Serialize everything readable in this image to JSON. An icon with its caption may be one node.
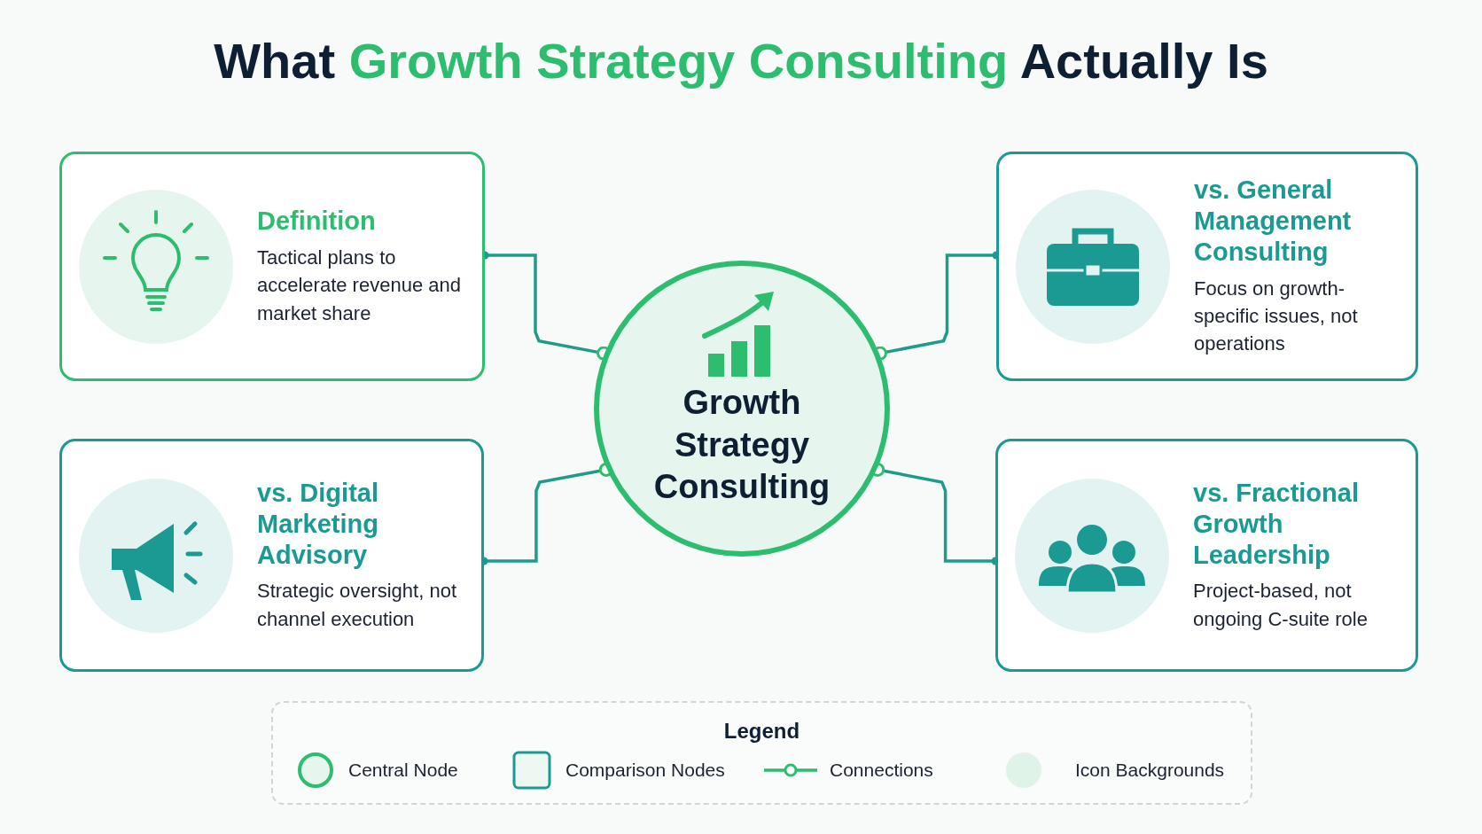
{
  "diagram": {
    "title": "What *Growth Strategy Consulting* Actually Is",
    "nodes": [
      {
        "text": [
          "Growth Strategy Consulting"
        ]
      },
      {
        "text": [
          "Definition",
          "Tactical plans to accelerate revenue and market share"
        ]
      },
      {
        "text": [
          "vs. General Management Consulting",
          "Focus on growth-specific issues, not operations"
        ]
      },
      {
        "text": [
          "vs. Digital Marketing Advisory",
          "Strategic oversight, not channel execution"
        ]
      },
      {
        "text": [
          "vs. Fractional Growth Leadership",
          "Project-based, not ongoing C-suite role"
        ]
      }
    ],
    "edges": [
      {
        "from": 0,
        "to": 1,
        "arrow": "other"
      },
      {
        "from": 0,
        "to": 2,
        "arrow": "other"
      },
      {
        "from": 0,
        "to": 3,
        "arrow": "other"
      },
      {
        "from": 0,
        "to": 4,
        "arrow": "other"
      }
    ],
    "legend": [
      {
        "text": "Central Node"
      },
      {
        "text": "Comparison Nodes"
      },
      {
        "text": "Connections"
      },
      {
        "text": "Icon Backgrounds",
        "color": "#dff3e8"
      }
    ],
    "labels": [
      "Legend"
    ]
  }
}
